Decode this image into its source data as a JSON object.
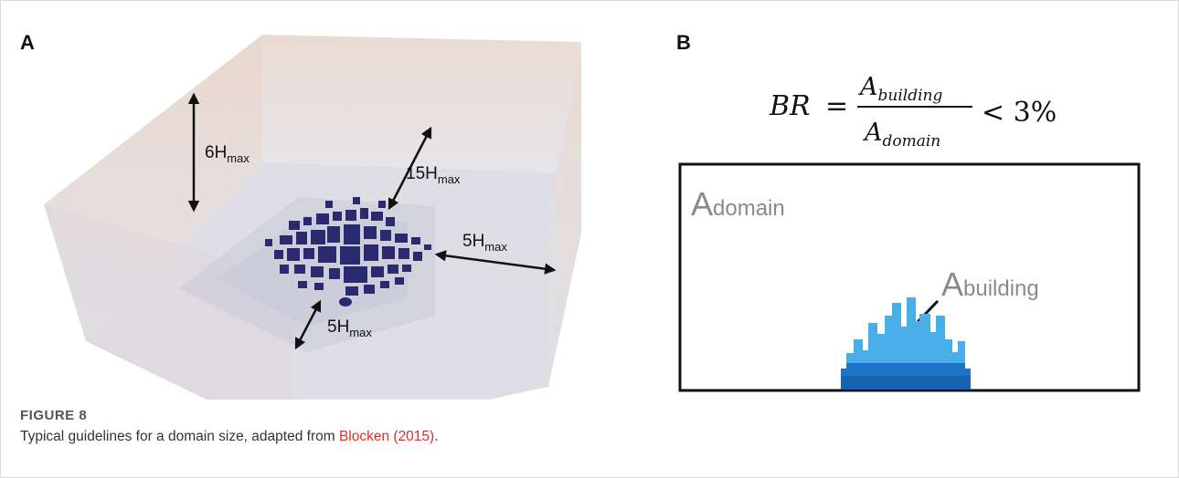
{
  "figure": {
    "panel_a_letter": "A",
    "panel_b_letter": "B",
    "panel_a": {
      "label_height": "6H",
      "label_back": "15H",
      "label_side": "5H",
      "label_front": "5H",
      "subscript": "max"
    },
    "panel_b": {
      "equation_lhs": "BR",
      "equation_equals": "=",
      "equation_numerator_main": "A",
      "equation_numerator_sub": "building",
      "equation_denominator_main": "A",
      "equation_denominator_sub": "domain",
      "equation_rhs": "< 3%",
      "label_domain_main": "A",
      "label_domain_sub": "domain",
      "label_building_main": "A",
      "label_building_sub": "building"
    }
  },
  "caption": {
    "label": "FIGURE 8",
    "text_before": "Typical guidelines for a domain size, adapted from ",
    "citation": "Blocken (2015)",
    "text_after": "."
  },
  "colors": {
    "buildings_3d": "#2a2a6e",
    "buildings_2d_dark": "#1f73c4",
    "buildings_2d_light": "#4aaee8",
    "box_left_wall": "#ead9cf",
    "box_back_wall": "#ece0d8",
    "box_floor": "#dcdbe2",
    "citation": "#d9312a"
  }
}
